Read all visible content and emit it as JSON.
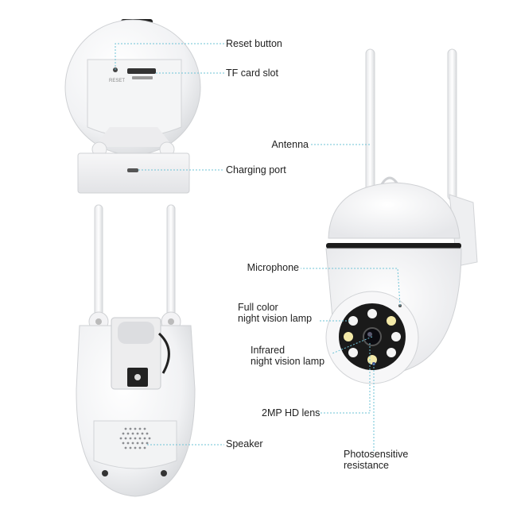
{
  "labels": {
    "reset_button": "Reset button",
    "tf_card_slot": "TF card slot",
    "charging_port": "Charging port",
    "speaker": "Speaker",
    "antenna": "Antenna",
    "microphone": "Microphone",
    "full_color_lamp_line1": "Full color",
    "full_color_lamp_line2": "night vision lamp",
    "infrared_lamp_line1": "Infrared",
    "infrared_lamp_line2": "night vision lamp",
    "hd_lens": "2MP HD lens",
    "photosensitive_line1": "Photosensitive",
    "photosensitive_line2": "resistance",
    "reset_engraving": "RESET"
  },
  "colors": {
    "leader_line": "#6ec3d6",
    "body_white": "#ffffff",
    "shadow_grey": "#d7d9dc",
    "dark_band": "#1c1c1c",
    "led_white": "#f4f4f4",
    "led_yellow": "#f3e9a8"
  }
}
